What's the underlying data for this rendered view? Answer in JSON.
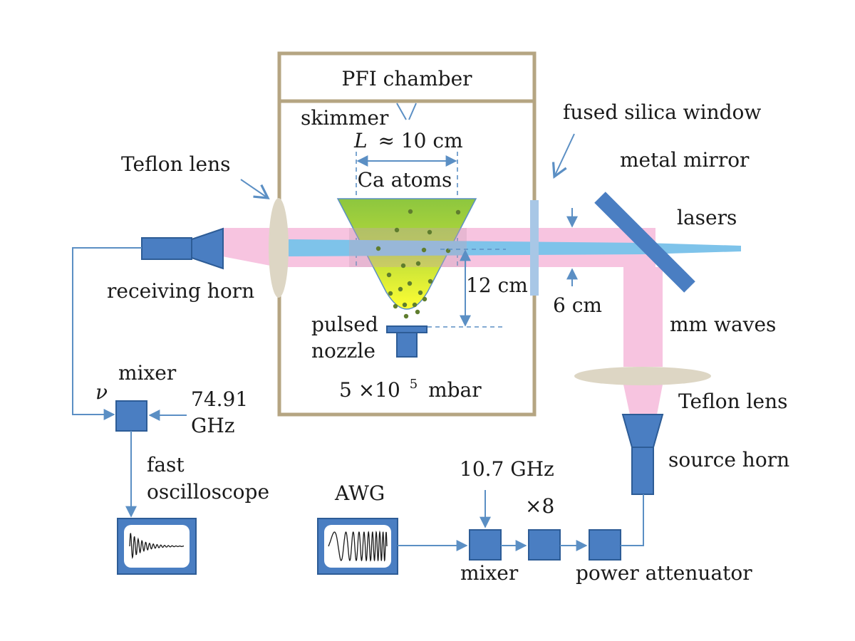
{
  "labels": {
    "pfi_chamber": "PFI chamber",
    "skimmer": "skimmer",
    "length_var": "L",
    "length_value": "≈ 10 cm",
    "ca_atoms": "Ca atoms",
    "fused_silica_window": "fused silica window",
    "metal_mirror": "metal mirror",
    "teflon_lens_top": "Teflon lens",
    "lasers": "lasers",
    "receiving_horn": "receiving horn",
    "dist_12cm": "12 cm",
    "dist_6cm": "6 cm",
    "mm_waves": "mm waves",
    "pulsed": "pulsed",
    "nozzle": "nozzle",
    "pressure_base": "5 ×10",
    "pressure_exp": "5",
    "pressure_unit": "mbar",
    "mixer_left": "mixer",
    "nu": "ν",
    "freq_lo_value": "74.91",
    "freq_lo_unit": "GHz",
    "teflon_lens_bottom": "Teflon lens",
    "fast": "fast",
    "oscilloscope": "oscilloscope",
    "source_horn": "source horn",
    "awg": "AWG",
    "freq_ref": "10.7 GHz",
    "multiplier": "×8",
    "mixer_bottom": "mixer",
    "power_attenuator": "power attenuator"
  },
  "colors": {
    "wire": "#5b8fc4",
    "component": "#4a7ec2",
    "chamber_border": "#b5a582",
    "mm_wave_beam": "#f7c4e0",
    "laser_beam": "#7ec3ea",
    "lens": "#ddd6c4",
    "plume_top": "#8dc63f",
    "plume_bottom": "#ffff33",
    "atoms": "#5f7d2e"
  }
}
